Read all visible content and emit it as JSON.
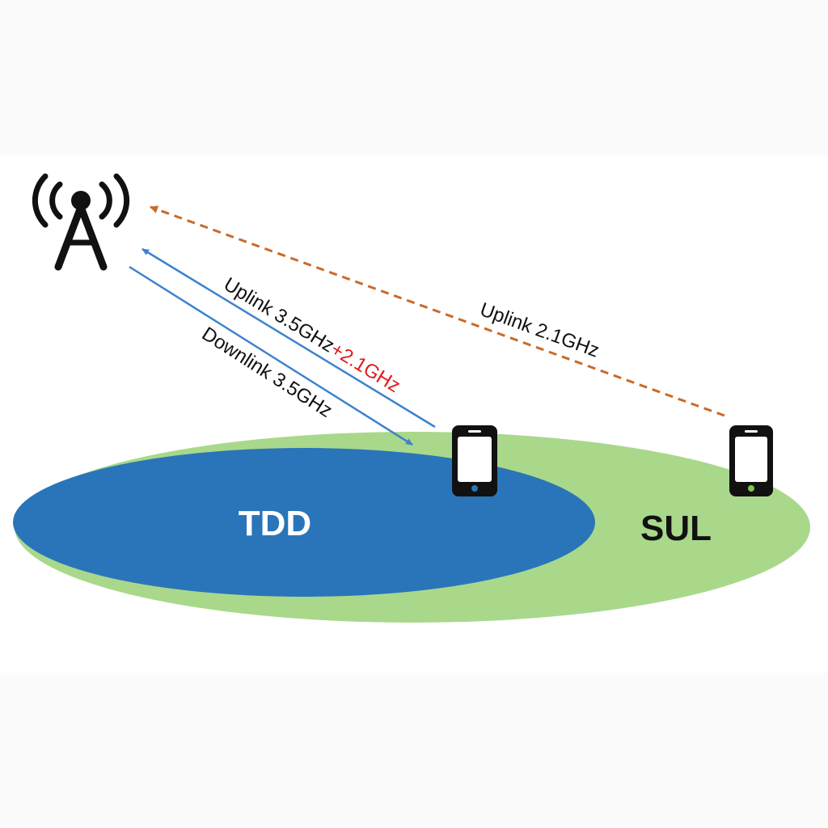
{
  "diagram": {
    "tdd_label": "TDD",
    "sul_label": "SUL",
    "uplink_near_label": "Uplink 3.5GHz",
    "uplink_near_extra": "+2.1GHz",
    "downlink_label": "Downlink 3.5GHz",
    "uplink_far_label": "Uplink 2.1GHz"
  },
  "colors": {
    "tdd_fill": "#2a75b9",
    "sul_fill": "#a9d88b",
    "blue_arrow": "#3d82cf",
    "orange_arrow": "#c96a2a",
    "extra_text": "#e11b1b",
    "phone_body": "#111111",
    "phone_button_near": "#2a75b9",
    "phone_button_far": "#7bc84a",
    "label_text": "#111111",
    "tdd_text": "#ffffff"
  },
  "icons": {
    "tower": "cell-tower-icon",
    "phone_near": "smartphone-icon",
    "phone_far": "smartphone-icon"
  }
}
